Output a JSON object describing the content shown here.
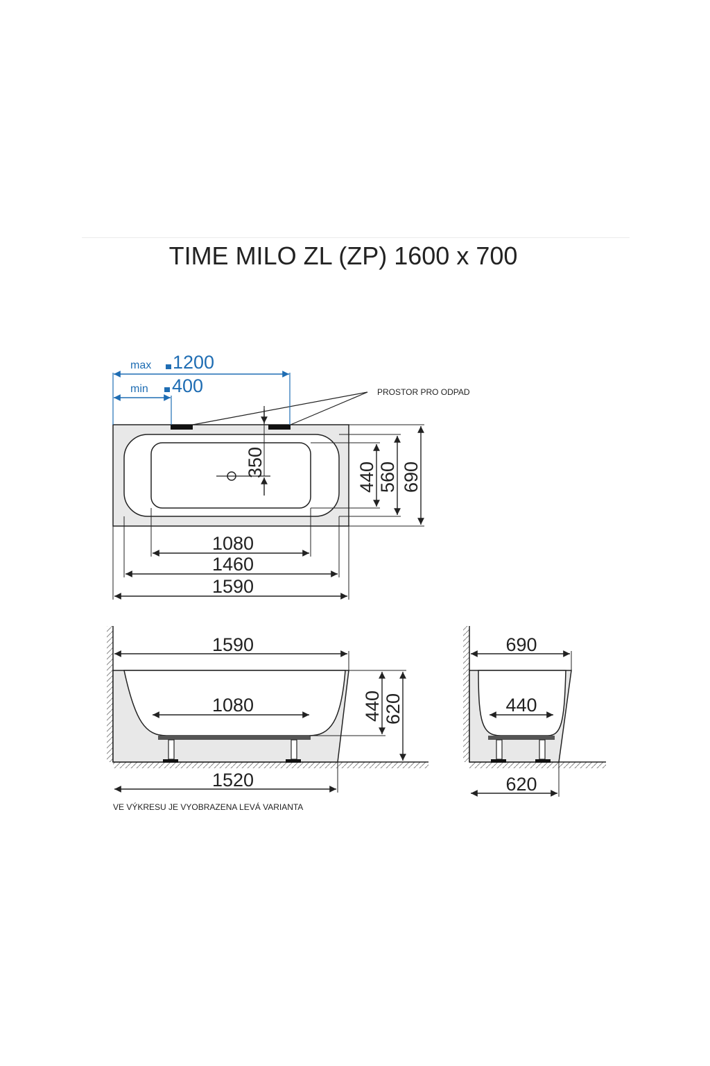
{
  "title": "TIME MILO ZL (ZP) 1600 x 700",
  "labels": {
    "max": "max",
    "min": "min",
    "waste_space": "PROSTOR PRO ODPAD",
    "footnote": "VE VÝKRESU JE VYOBRAZENA LEVÁ VARIANTA"
  },
  "colors": {
    "accent": "#1f6db3",
    "line": "#222222",
    "fill": "#e8e8e8"
  },
  "icons": {
    "faucet": "faucet-icon"
  },
  "top_view": {
    "max_faucet": "1200",
    "min_faucet": "400",
    "drain_offset": "350",
    "inner_width": "440",
    "rim_width": "560",
    "outer_width": "690",
    "inner_length": "1080",
    "rim_length": "1460",
    "outer_length": "1590"
  },
  "side_view": {
    "top_length": "1590",
    "bottom_length": "1080",
    "inner_depth": "440",
    "total_height": "620",
    "base_length": "1520"
  },
  "end_view": {
    "top_width": "690",
    "bottom_width": "440",
    "base_width": "620"
  }
}
